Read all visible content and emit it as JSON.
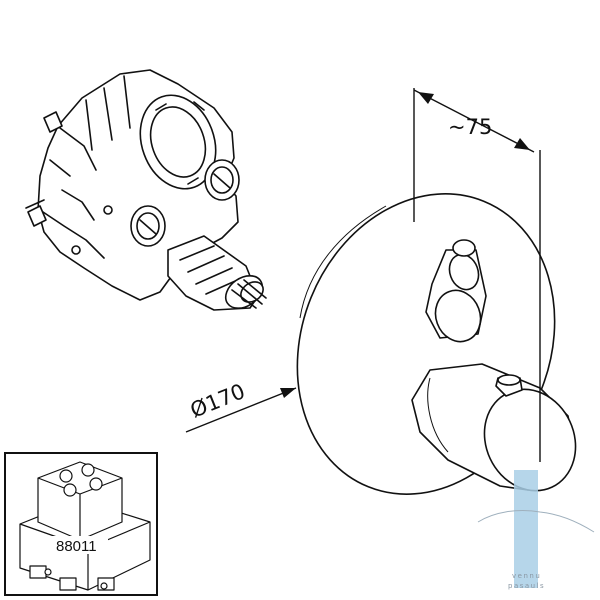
{
  "dimensions": {
    "depth": "~75",
    "diameter": "Ø170"
  },
  "inset": {
    "code": "88011"
  },
  "watermark": {
    "line1": "vennu",
    "line2": "pasauls"
  },
  "colors": {
    "line": "#111111",
    "watermark_bar": "#a9cfe6"
  }
}
